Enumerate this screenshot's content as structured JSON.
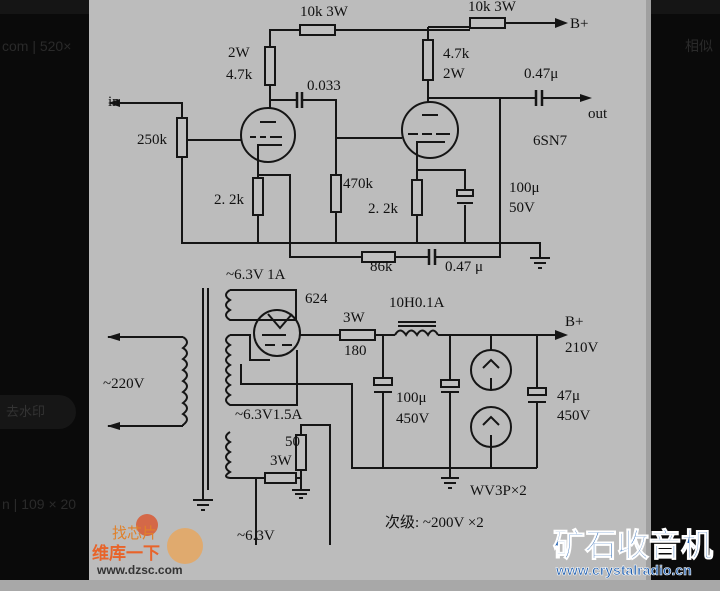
{
  "background_page": {
    "left_text_top": "com | 520×",
    "left_button": "去水印",
    "left_text_bottom": "n | 109 × 20",
    "right_text_top": "相似"
  },
  "amplifier": {
    "r_top_left": "10k  3W",
    "r_top_right": "10k  3W",
    "bplus": "B+",
    "r_anode_left_w": "2W",
    "r_anode_left_v": "4.7k",
    "r_anode_right_v": "4.7k",
    "r_anode_right_w": "2W",
    "c_coupling": "0.033",
    "c_out": "0.47μ",
    "in": "in",
    "out": "out",
    "pot": "250k",
    "tube": "6SN7",
    "r_grid": "470k",
    "r_cath_left": "2. 2k",
    "r_cath_right": "2. 2k",
    "c_cath_v": "100μ",
    "c_cath_rating": "50V",
    "r_feedback": "86k",
    "c_feedback": "0.47 μ"
  },
  "power_supply": {
    "heater_1": "~6.3V  1A",
    "rectifier": "624",
    "r_series_w": "3W",
    "r_series_v": "180",
    "choke": "10H0.1A",
    "bplus": "B+",
    "bplus_v": "210V",
    "mains": "~220V",
    "c1_v": "100μ",
    "c1_rating": "450V",
    "c2_v": "47μ",
    "c2_rating": "450V",
    "heater_2": "~6.3V1.5A",
    "r_hum_v": "50",
    "r_hum_w": "3W",
    "regulators": "WV3P×2",
    "heater_out": "~6.3V",
    "secondary": "次级:  ~200V ×2"
  },
  "watermarks": {
    "dzsc_top": "找芯片",
    "dzsc_mid": "维库一下",
    "dzsc_url": "www.dzsc.com",
    "crystal_title": "矿石收音机",
    "crystal_url": "www.crystalradio.cn"
  },
  "colors": {
    "paper": "#bcbcbc",
    "ink": "#151515",
    "crystal_blue": "#1f5fb0",
    "dzsc_orange": "#e8642a"
  }
}
